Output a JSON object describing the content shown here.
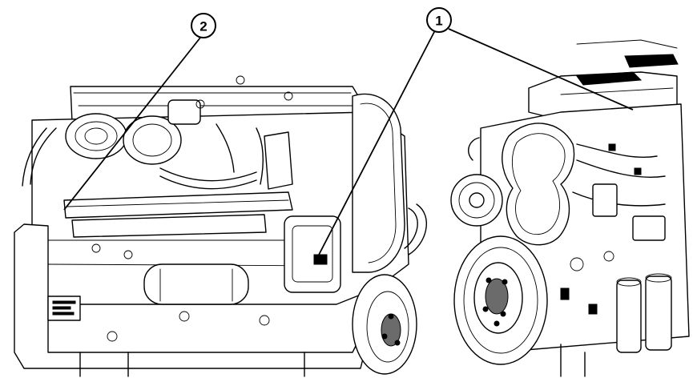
{
  "callouts": [
    {
      "id": "callout-2",
      "label": "2"
    },
    {
      "id": "callout-1",
      "label": "1"
    }
  ]
}
